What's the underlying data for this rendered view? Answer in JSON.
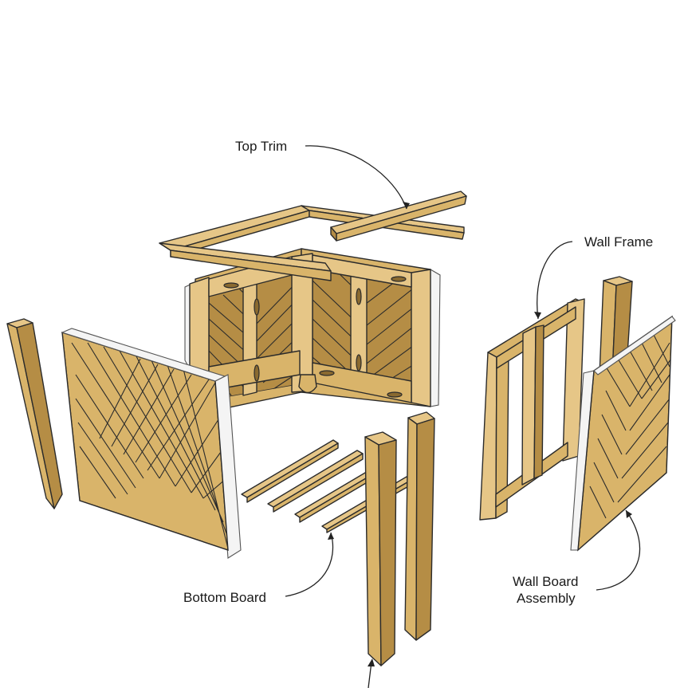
{
  "labels": {
    "top_trim": "Top Trim",
    "wall_frame": "Wall Frame",
    "bottom_board": "Bottom Board",
    "wall_board_assembly_line1": "Wall Board",
    "wall_board_assembly_line2": "Assembly"
  },
  "colors": {
    "wood": "#d9b46a",
    "wood_light": "#e6c687",
    "wood_dark": "#b58d45",
    "outline": "#2b2b2b",
    "board_edge": "#f4f4f4"
  }
}
